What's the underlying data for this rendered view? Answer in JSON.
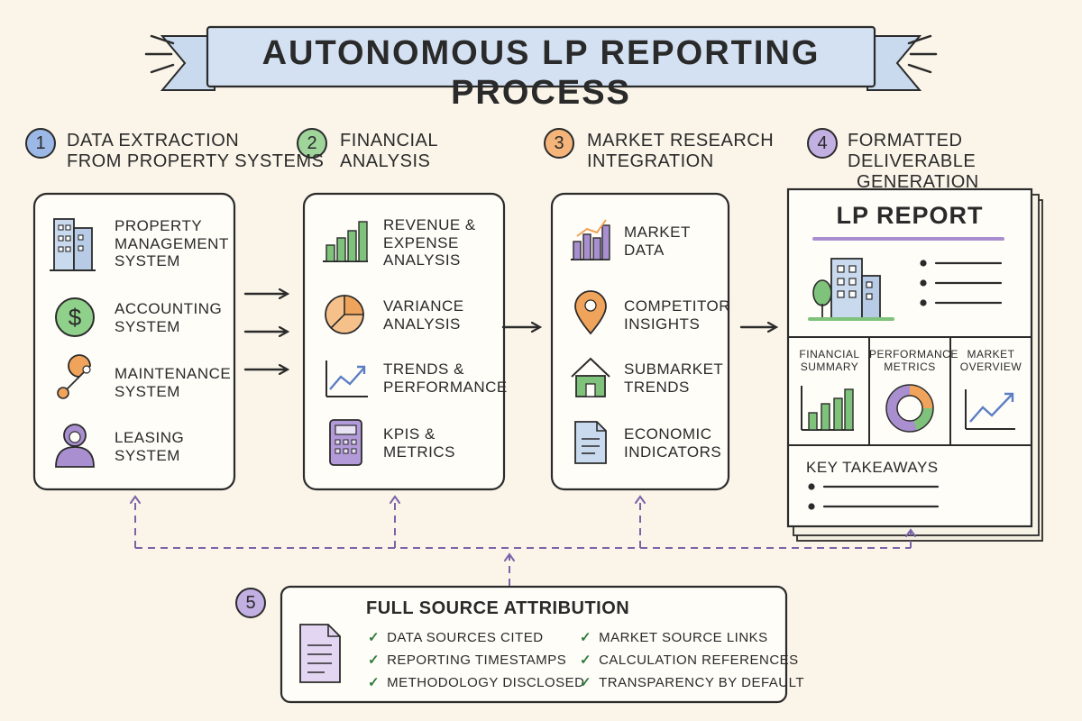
{
  "title": "AUTONOMOUS LP REPORTING PROCESS",
  "colors": {
    "blue": "#7d9fd6",
    "green": "#7fc27b",
    "orange": "#f0a35a",
    "purple": "#a98fd0",
    "line": "#2b2b2b",
    "dashed": "#7a64a8"
  },
  "steps": [
    {
      "number": "1",
      "title_line1": "DATA EXTRACTION",
      "title_line2": "FROM PROPERTY SYSTEMS",
      "items": [
        {
          "icon": "building-icon",
          "line1": "PROPERTY",
          "line2": "MANAGEMENT",
          "line3": "SYSTEM"
        },
        {
          "icon": "dollar-icon",
          "line1": "ACCOUNTING",
          "line2": "SYSTEM"
        },
        {
          "icon": "wrench-icon",
          "line1": "MAINTENANCE",
          "line2": "SYSTEM"
        },
        {
          "icon": "person-icon",
          "line1": "LEASING",
          "line2": "SYSTEM"
        }
      ]
    },
    {
      "number": "2",
      "title_line1": "FINANCIAL",
      "title_line2": "ANALYSIS",
      "items": [
        {
          "icon": "bar-chart-icon",
          "line1": "REVENUE &",
          "line2": "EXPENSE",
          "line3": "ANALYSIS"
        },
        {
          "icon": "pie-chart-icon",
          "line1": "VARIANCE",
          "line2": "ANALYSIS"
        },
        {
          "icon": "trend-line-icon",
          "line1": "TRENDS &",
          "line2": "PERFORMANCE"
        },
        {
          "icon": "calculator-icon",
          "line1": "KPIS &",
          "line2": "METRICS"
        }
      ]
    },
    {
      "number": "3",
      "title_line1": "MARKET RESEARCH",
      "title_line2": "INTEGRATION",
      "items": [
        {
          "icon": "market-bar-icon",
          "line1": "MARKET",
          "line2": "DATA"
        },
        {
          "icon": "location-pin-icon",
          "line1": "COMPETITOR",
          "line2": "INSIGHTS"
        },
        {
          "icon": "house-icon",
          "line1": "SUBMARKET",
          "line2": "TRENDS"
        },
        {
          "icon": "document-icon",
          "line1": "ECONOMIC",
          "line2": "INDICATORS"
        }
      ]
    },
    {
      "number": "4",
      "title_line1": "FORMATTED DELIVERABLE",
      "title_line2": "GENERATION"
    }
  ],
  "report": {
    "title": "LP REPORT",
    "panels": [
      {
        "line1": "FINANCIAL",
        "line2": "SUMMARY"
      },
      {
        "line1": "PERFORMANCE",
        "line2": "METRICS"
      },
      {
        "line1": "MARKET",
        "line2": "OVERVIEW"
      }
    ],
    "takeaways_title": "KEY TAKEAWAYS"
  },
  "attribution": {
    "number": "5",
    "title": "FULL SOURCE ATTRIBUTION",
    "checks": [
      "DATA SOURCES CITED",
      "REPORTING TIMESTAMPS",
      "METHODOLOGY DISCLOSED",
      "MARKET SOURCE LINKS",
      "CALCULATION REFERENCES",
      "TRANSPARENCY BY DEFAULT"
    ],
    "check_mark": "✓"
  }
}
